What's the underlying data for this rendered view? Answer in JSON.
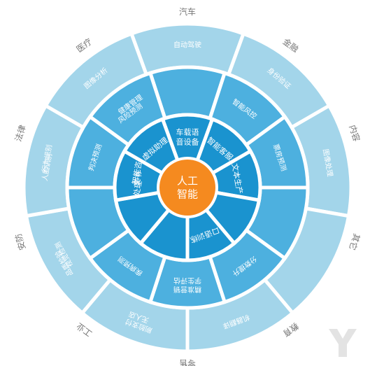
{
  "center": {
    "lines": [
      "人工",
      "智能"
    ],
    "color": "#F58A1F"
  },
  "colors": {
    "inner_ring": "#1A93CF",
    "middle_ring": "#4DB0DF",
    "outer_ring": "#A3D5EA",
    "center_text": "#ffffff",
    "segment_text": "#ffffff",
    "industry_label": "#777777",
    "watermark": "#E3E3E3"
  },
  "inner_ring": [
    {
      "lines": [
        "车载语",
        "音设备"
      ]
    },
    {
      "lines": [
        "智能客服"
      ]
    },
    {
      "lines": [
        "文本生产"
      ]
    },
    {
      "lines": []
    },
    {
      "lines": [
        "口语训练"
      ]
    },
    {
      "lines": []
    },
    {
      "lines": []
    },
    {
      "lines": [
        "智能咨询",
        "文书",
        "处理"
      ]
    },
    {
      "lines": [
        "虚拟助理"
      ]
    }
  ],
  "middle_ring": [
    {
      "lines": []
    },
    {
      "lines": [
        "智能风控"
      ]
    },
    {
      "lines": [
        "票房预测"
      ]
    },
    {
      "lines": []
    },
    {
      "lines": [
        "分数提升"
      ]
    },
    {
      "lines": [
        "学生评估",
        "精准营销"
      ]
    },
    {
      "lines": [
        "疾病预测"
      ]
    },
    {
      "lines": []
    },
    {
      "lines": [
        "判决预测"
      ]
    },
    {
      "lines": [
        "健康管理",
        "风险预测"
      ]
    }
  ],
  "outer_ring": [
    {
      "lines": [
        "自动驾驶"
      ]
    },
    {
      "lines": [
        "身份验证"
      ]
    },
    {
      "lines": [
        "图像处理"
      ]
    },
    {
      "lines": []
    },
    {
      "lines": [
        "机器翻译"
      ]
    },
    {
      "lines": [
        "无人店",
        "刷脸支付"
      ]
    },
    {
      "lines": [
        "视觉检测",
        "品质检验"
      ]
    },
    {
      "lines": [
        "行为识别",
        "人脸识别"
      ]
    },
    {
      "lines": [
        "图像分析"
      ]
    }
  ],
  "industries": [
    {
      "label": "汽车"
    },
    {
      "label": "金融"
    },
    {
      "label": "内容"
    },
    {
      "label": "其它"
    },
    {
      "label": "教育"
    },
    {
      "label": "零售"
    },
    {
      "label": "工业"
    },
    {
      "label": "安防"
    },
    {
      "label": "法律"
    },
    {
      "label": "医疗"
    }
  ]
}
